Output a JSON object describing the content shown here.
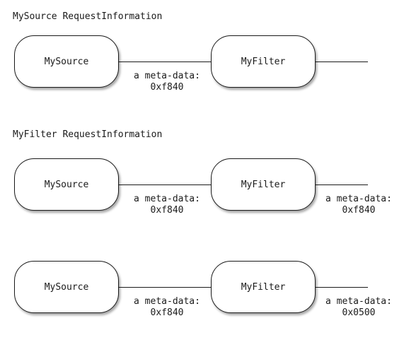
{
  "sections": [
    {
      "title": "MySource RequestInformation",
      "source_label": "MySource",
      "filter_label": "MyFilter",
      "link1_meta": {
        "label": "a meta-data:",
        "value": "0xf840"
      },
      "link2_meta": {
        "label": "",
        "value": ""
      }
    },
    {
      "title": "MyFilter RequestInformation",
      "source_label": "MySource",
      "filter_label": "MyFilter",
      "link1_meta": {
        "label": "a meta-data:",
        "value": "0xf840"
      },
      "link2_meta": {
        "label": "a meta-data:",
        "value": "0xf840"
      }
    },
    {
      "title": "",
      "source_label": "MySource",
      "filter_label": "MyFilter",
      "link1_meta": {
        "label": "a meta-data:",
        "value": "0xf840"
      },
      "link2_meta": {
        "label": "a meta-data:",
        "value": "0x0500"
      }
    }
  ]
}
